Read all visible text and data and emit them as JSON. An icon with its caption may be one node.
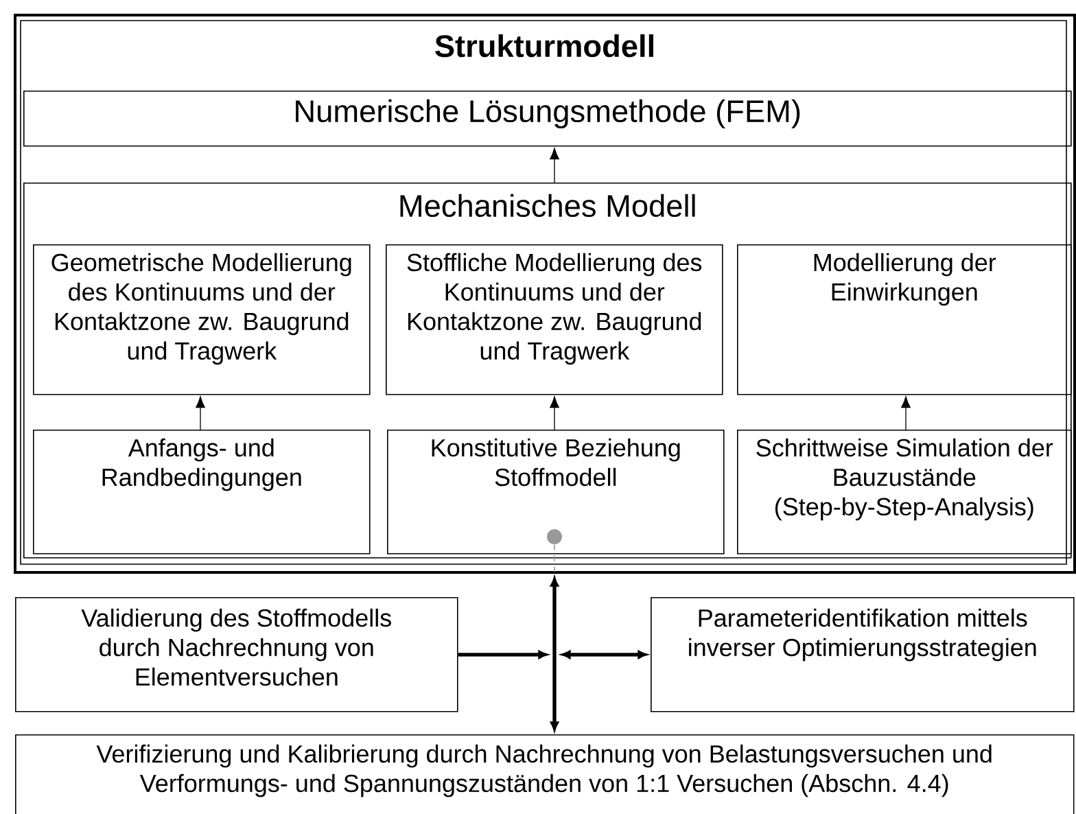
{
  "diagram": {
    "nodes": [
      {
        "text": [
          "Strukturmodell"
        ]
      },
      {
        "text": [
          "Numerische Lösungsmethode (FEM)"
        ],
        "in": 0
      },
      {
        "text": [
          "Mechanisches Modell"
        ],
        "in": 0
      },
      {
        "text": [
          "Geometrische Modellierung des Kontinuums und der Kontaktzone zw. Baugrund und Tragwerk"
        ],
        "in": 2
      },
      {
        "text": [
          "Stoffliche Modellierung des Kontinuums und der Kontaktzone zw. Baugrund und Tragwerk"
        ],
        "in": 2
      },
      {
        "text": [
          "Modellierung der Einwirkungen"
        ],
        "in": 2
      },
      {
        "text": [
          "Anfangs- und Randbedingungen"
        ],
        "in": 2
      },
      {
        "text": [
          "Konstitutive Beziehung Stoffmodell"
        ],
        "in": 2
      },
      {
        "text": [
          "Schrittweise Simulation der Bauzustände (Step-by-Step-Analysis)"
        ],
        "in": 2
      },
      {
        "text": [],
        "shape": "circle",
        "in": 7
      },
      {
        "text": [
          "Validierung des Stoffmodells durch Nachrechnung von Elementversuchen"
        ]
      },
      {
        "text": [
          "Parameteridentifikation mittels inverser Optimierungsstrategien"
        ]
      },
      {
        "text": [
          "Verifizierung und Kalibrierung durch Nachrechnung von Belastungsversuchen und Verformungs- und Spannungszuständen von 1:1 Versuchen (Abschn. 4.4)"
        ]
      }
    ],
    "edges": [
      {
        "from": 2,
        "to": 1,
        "arrow": "to"
      },
      {
        "from": 6,
        "to": 3,
        "arrow": "to"
      },
      {
        "from": 7,
        "to": 4,
        "arrow": "to"
      },
      {
        "from": 8,
        "to": 5,
        "arrow": "to"
      },
      {
        "from": 9,
        "to": 0,
        "arrow": "none",
        "style": "dashed",
        "color": "#999999"
      },
      {
        "from": 0,
        "to": 12,
        "arrow": "both",
        "style": "thick"
      },
      {
        "from": 10,
        "to": null,
        "arrow": "to",
        "style": "thick"
      },
      {
        "from": null,
        "to": 11,
        "arrow": "both",
        "style": "thick"
      }
    ]
  }
}
